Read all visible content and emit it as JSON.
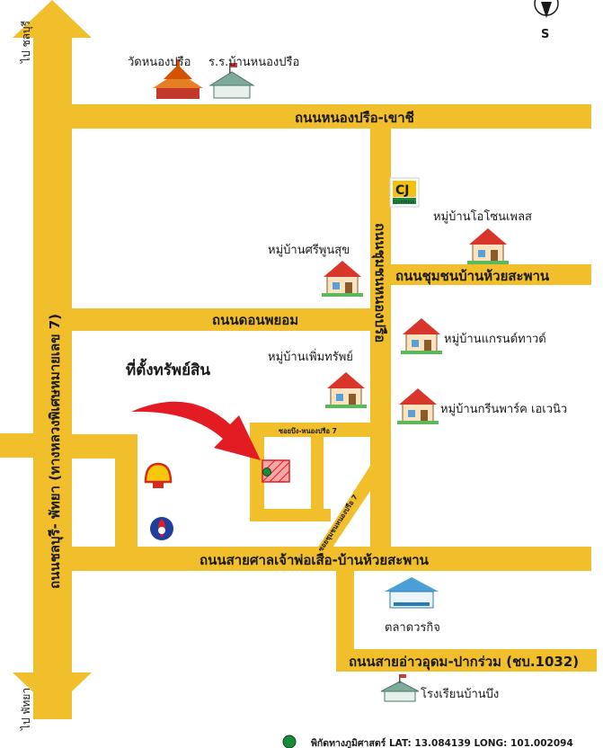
{
  "compass": {
    "south_label": "S"
  },
  "roads": {
    "main_highway": "ถนนชลบุรี- พัทยา (ทางหลวงพิเศษหมายเลข 7)",
    "to_chonburi": "ไป ชลบุรี",
    "to_pattaya": "ไป พัทยา",
    "nong_prue_khao_chi": "ถนนหนองปรือ-เขาชี",
    "don_phayom": "ถนนดอนพยอม",
    "chumchon_huai_saphan": "ถนนชุมชนบ้านห้วยสะพาน",
    "chumchon_nong_prue": "ถนนชุมชนหนองปรือ",
    "soi_bueng_nong_prue_7": "ซอยบึง-หนองปรือ 7",
    "soi_chumchon_nong_prue_7": "ซอยชุมชนหนองปรือ 7",
    "sai_san_chao_pho_suea": "ถนนสายศาลเจ้าพ่อเสือ-บ้านห้วยสะพาน",
    "sai_ao_udom": "ถนนสายอ่าวอุดม-ปากร่วม (ชบ.1032)"
  },
  "pois": {
    "temple": "วัดหนองปรือ",
    "school_top": "ร.ร.บ้านหนองปรือ",
    "cj_store": "CJ",
    "cj_sub": "CJ EXPRESS",
    "ozone_place": "หมู่บ้านโอโซนเพลส",
    "sri_phunsuk": "หมู่บ้านศรีพูนสุข",
    "grand_town": "หมู่บ้านแกรนด์ทาวด์",
    "phoem_sap": "หมู่บ้านเพิ่มทรัพย์",
    "green_park": "หมู่บ้านกรีนพาร์ค เอเวนิว",
    "property": "ที่ตั้งทรัพย์สิน",
    "market": "ตลาดวรกิจ",
    "school_bottom": "โรงเรียนบ้านบึง"
  },
  "footer": {
    "coordinates": "พิกัดทางภูมิศาสตร์ LAT: 13.084139  LONG: 101.002094"
  },
  "colors": {
    "road": "#f2bf2c",
    "arrow": "#e31b23",
    "marker": "#1a8a3a",
    "text": "#1a1a1a"
  }
}
